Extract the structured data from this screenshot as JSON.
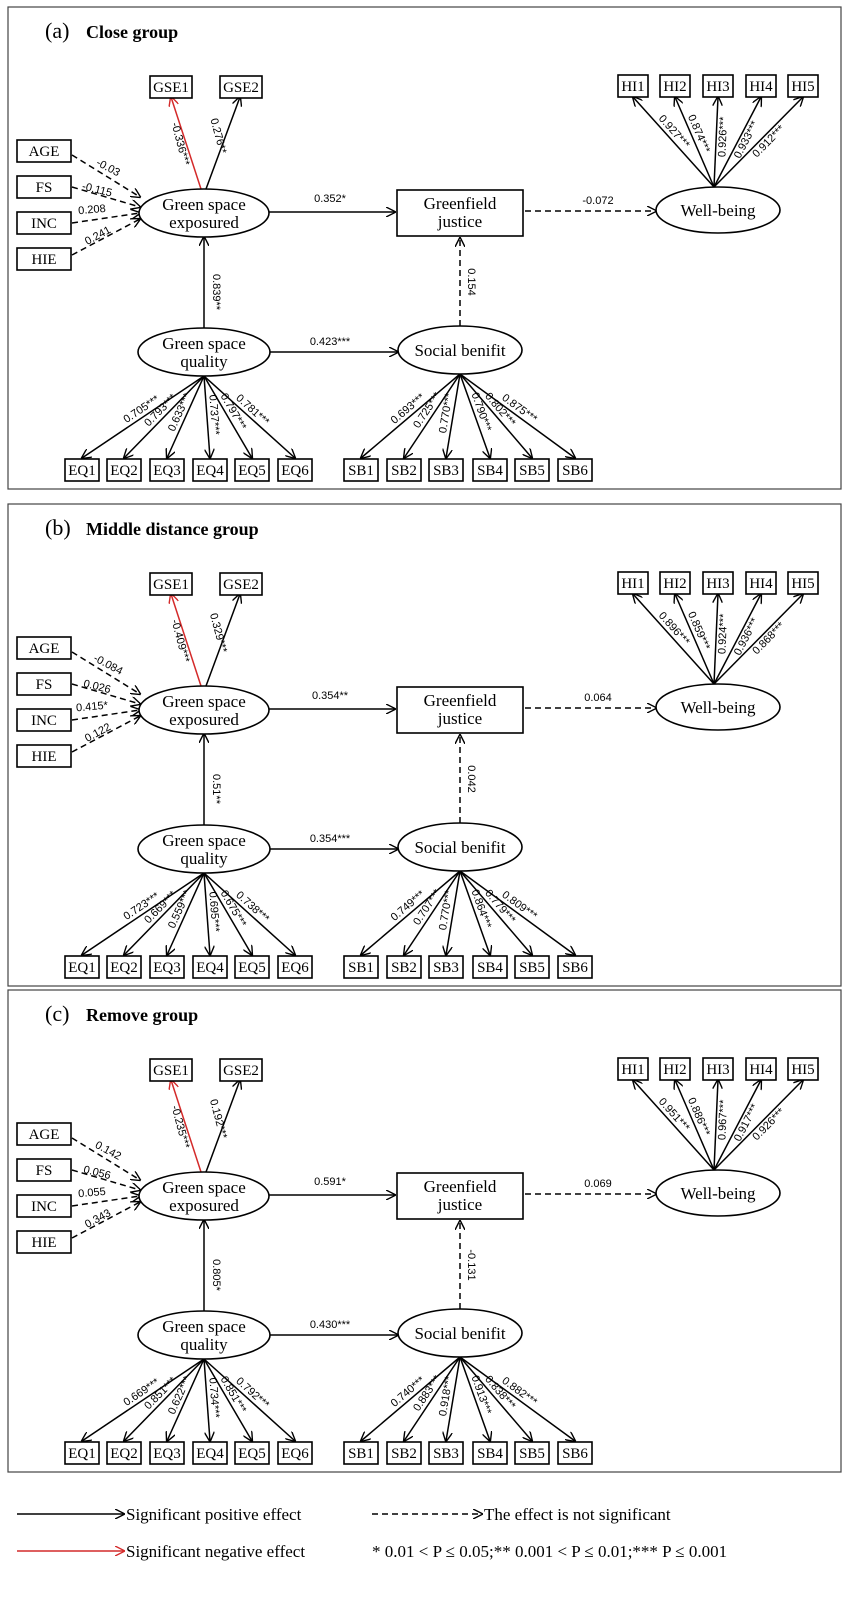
{
  "panels": [
    {
      "letter": "(a)",
      "name": "Close group",
      "gse_paths": [
        "-0.336***",
        "0.276**"
      ],
      "covariate_paths": [
        "-0.03",
        "-0.115",
        "0.208",
        "0.241"
      ],
      "exposure_to_justice": "0.352*",
      "justice_to_wellbeing": "-0.072",
      "quality_to_exposure": "0.839**",
      "quality_to_benefit": "0.423***",
      "benefit_to_justice": "0.154",
      "hi_paths": [
        "0.927***",
        "0.874***",
        "0.926***",
        "0.933***",
        "0.912***"
      ],
      "eq_paths": [
        "0.705***",
        "0.793***",
        "0.633***",
        "0.737***",
        "0.797***",
        "0.781***"
      ],
      "sb_paths": [
        "0.693***",
        "0.725***",
        "0.770***",
        "0.790***",
        "0.802***",
        "0.875***"
      ]
    },
    {
      "letter": "(b)",
      "name": "Middle distance group",
      "gse_paths": [
        "-0.409***",
        "0.329***"
      ],
      "covariate_paths": [
        "-0.084",
        "0.026",
        "0.415*",
        "0.122"
      ],
      "exposure_to_justice": "0.354**",
      "justice_to_wellbeing": "0.064",
      "quality_to_exposure": "0.51**",
      "quality_to_benefit": "0.354***",
      "benefit_to_justice": "0.042",
      "hi_paths": [
        "0.896***",
        "0.859***",
        "0.924***",
        "0.936***",
        "0.868***"
      ],
      "eq_paths": [
        "0.723***",
        "0.669***",
        "0.559***",
        "0.695***",
        "0.675***",
        "0.738***"
      ],
      "sb_paths": [
        "0.749***",
        "0.707***",
        "0.770***",
        "0.864***",
        "0.779***",
        "0.809***"
      ]
    },
    {
      "letter": "(c)",
      "name": "Remove group",
      "gse_paths": [
        "-0.235***",
        "0.192***"
      ],
      "covariate_paths": [
        "0.142",
        "0.056",
        "0.055",
        "0.343"
      ],
      "exposure_to_justice": "0.591*",
      "justice_to_wellbeing": "0.069",
      "quality_to_exposure": "0.805*",
      "quality_to_benefit": "0.430***",
      "benefit_to_justice": "-0.131",
      "hi_paths": [
        "0.951***",
        "0.886***",
        "0.967***",
        "0.917***",
        "0.926***"
      ],
      "eq_paths": [
        "0.669***",
        "0.851***",
        "0.622***",
        "0.734***",
        "0.851***",
        "0.792***"
      ],
      "sb_paths": [
        "0.740***",
        "0.883***",
        "0.918***",
        "0.913***",
        "0.838***",
        "0.882***"
      ]
    }
  ],
  "nodes": {
    "gse": [
      "GSE1",
      "GSE2"
    ],
    "covariates": [
      "AGE",
      "FS",
      "INC",
      "HIE"
    ],
    "exposure": [
      "Green space",
      "exposured"
    ],
    "justice": [
      "Greenfield",
      "justice"
    ],
    "wellbeing": "Well-being",
    "quality": [
      "Green space",
      "quality"
    ],
    "benefit": "Social benifit",
    "hi": [
      "HI1",
      "HI2",
      "HI3",
      "HI4",
      "HI5"
    ],
    "eq": [
      "EQ1",
      "EQ2",
      "EQ3",
      "EQ4",
      "EQ5",
      "EQ6"
    ],
    "sb": [
      "SB1",
      "SB2",
      "SB3",
      "SB4",
      "SB5",
      "SB6"
    ]
  },
  "legend": {
    "positive": "Significant positive effect",
    "negative": "Significant negative effect",
    "not_significant": "The effect is not significant",
    "significance": "* 0.01 < P ≤ 0.05;** 0.001 < P ≤ 0.01;*** P ≤ 0.001"
  },
  "colors": {
    "line": "#000000",
    "negative": "#d42a2a",
    "frame": "#444444"
  }
}
